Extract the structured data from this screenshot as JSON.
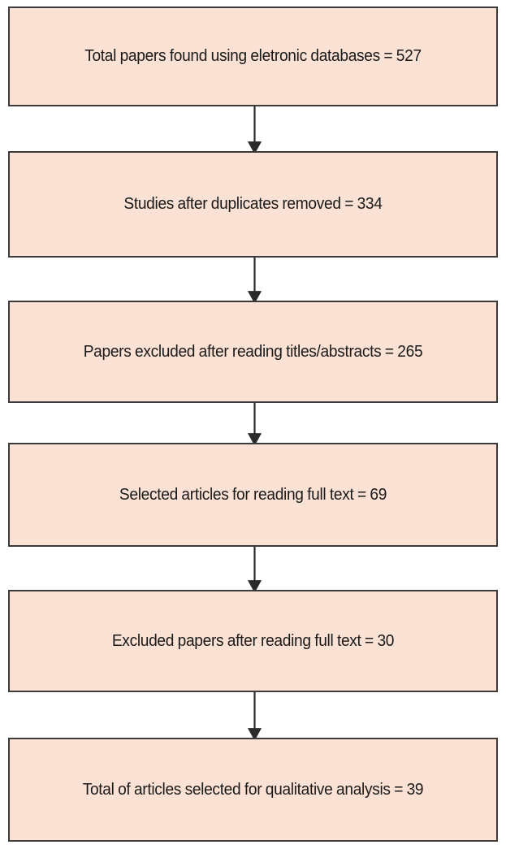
{
  "diagram": {
    "type": "flowchart",
    "title": "PRISMA study selection flow diagram",
    "orientation": "vertical",
    "colors": {
      "box_fill": "#FBE2D4",
      "box_border": "#3b3b3b",
      "text": "#1a1a1a",
      "arrow": "#2b2b2b",
      "background": "#ffffff"
    },
    "nodes": [
      {
        "id": "node-1",
        "name": "total-papers-found",
        "text": "Total papers found using eletronic databases = 527",
        "label": "Total papers found using eletronic databases =",
        "value": "527",
        "count": 527
      },
      {
        "id": "node-2",
        "name": "studies-after-duplicates-removed",
        "text": "Studies after duplicates removed = 334",
        "label": "Studies after duplicates removed = 334",
        "value": "334",
        "count": 334
      },
      {
        "id": "node-3",
        "name": "papers-excluded-titles-abstracts",
        "text": "Papers excluded after reading titles/abstracts = 265",
        "label": "Papers excluded after reading titles/abstracts =",
        "value": "265",
        "count": 265
      },
      {
        "id": "node-4",
        "name": "selected-articles-full-text",
        "text": "Selected articles for reading full text = 69",
        "label": "Selected articles for  reading full text = 69",
        "value": "69",
        "count": 69
      },
      {
        "id": "node-5",
        "name": "excluded-papers-full-text",
        "text": "Excluded papers after reading full text = 30",
        "label": "Excluded papers after reading full text = 30",
        "value": "30",
        "count": 30
      },
      {
        "id": "node-6",
        "name": "total-articles-qualitative-analysis",
        "text": "Total of articles selected for qualitative analysis = 39",
        "label": "Total of articles selected for qualitative analysis =",
        "value": "39",
        "count": 39
      }
    ],
    "edges": [
      {
        "id": "edge-1",
        "from": "node-1",
        "to": "node-2",
        "style": "solid-arrow"
      },
      {
        "id": "edge-2",
        "from": "node-2",
        "to": "node-3",
        "style": "solid-arrow"
      },
      {
        "id": "edge-3",
        "from": "node-3",
        "to": "node-4",
        "style": "solid-arrow"
      },
      {
        "id": "edge-4",
        "from": "node-4",
        "to": "node-5",
        "style": "solid-arrow"
      },
      {
        "id": "edge-5",
        "from": "node-5",
        "to": "node-6",
        "style": "solid-arrow"
      }
    ]
  }
}
